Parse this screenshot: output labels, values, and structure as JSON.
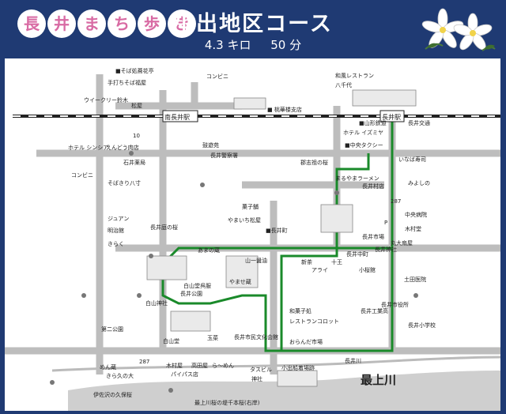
{
  "header": {
    "logo_chars": [
      "長",
      "井",
      "ま",
      "ち",
      "歩",
      "き"
    ],
    "title": "小出地区コース",
    "distance": "4.3 キロ",
    "duration": "50 分"
  },
  "map": {
    "river_name": "最上川",
    "labels": [
      {
        "id": "sobanoya",
        "text": "■そば処蕎花亭"
      },
      {
        "id": "temoto",
        "text": "手打ちそば福屋"
      },
      {
        "id": "uikuri",
        "text": "ウイークリー鈴木"
      },
      {
        "id": "matsuya",
        "text": "松屋"
      },
      {
        "id": "minaminagai",
        "text": "南長井駅"
      },
      {
        "id": "convenience1",
        "text": "コンビニ"
      },
      {
        "id": "touhou",
        "text": "■ 桃華楼支店"
      },
      {
        "id": "wafu",
        "text": "和風レストラン"
      },
      {
        "id": "hachihei",
        "text": "八千代"
      },
      {
        "id": "nagaieki",
        "text": "長井駅"
      },
      {
        "id": "yamagata",
        "text": "■山形鉄道"
      },
      {
        "id": "hotel_izumi",
        "text": "ホテル イズミヤ"
      },
      {
        "id": "chuo_taxi",
        "text": "■中央タクシー"
      },
      {
        "id": "nagaikotsu",
        "text": "長井交通"
      },
      {
        "id": "inaba",
        "text": "いなば寿司"
      },
      {
        "id": "hotel_shinsia",
        "text": "ホテル シンシア"
      },
      {
        "id": "endo",
        "text": "えんどう肉店"
      },
      {
        "id": "route10",
        "text": "10"
      },
      {
        "id": "ishinishi",
        "text": "石井薬局"
      },
      {
        "id": "sobaya",
        "text": "そばきり八寸"
      },
      {
        "id": "convenience2",
        "text": "コンビニ"
      },
      {
        "id": "nagai_hospital",
        "text": "長井警察署"
      },
      {
        "id": "tsuzumi",
        "text": "鼓遊苑"
      },
      {
        "id": "gunshiroma",
        "text": "郡志祖の桜"
      },
      {
        "id": "minoru",
        "text": "みよしの"
      },
      {
        "id": "tsumura",
        "text": "まるやまラーメン"
      },
      {
        "id": "nagai_yakushi",
        "text": "長井村店"
      },
      {
        "id": "route287",
        "text": "287"
      },
      {
        "id": "chuo_byoin",
        "text": "中央病院"
      },
      {
        "id": "kimurado",
        "text": "木村堂"
      },
      {
        "id": "kyoshiro",
        "text": "丸大扇屋"
      },
      {
        "id": "juaon",
        "text": "ジュアン"
      },
      {
        "id": "kanarado",
        "text": "明治館"
      },
      {
        "id": "kiraku",
        "text": "きらく"
      },
      {
        "id": "nagai_sakura",
        "text": "長井庭の桜"
      },
      {
        "id": "yamaichi",
        "text": "やまいち松屋"
      },
      {
        "id": "kanbaya",
        "text": "菓子舗"
      },
      {
        "id": "nagai_tsuji",
        "text": "■長井町"
      },
      {
        "id": "yuzawa",
        "text": "あまの蔵"
      },
      {
        "id": "yamai",
        "text": "山一醤油"
      },
      {
        "id": "yamasemi",
        "text": "やませ蔵"
      },
      {
        "id": "shinmei",
        "text": "新茶"
      },
      {
        "id": "arai",
        "text": "アライ"
      },
      {
        "id": "mizu",
        "text": "十王"
      },
      {
        "id": "dobashi",
        "text": "土田医院"
      },
      {
        "id": "nakamachi",
        "text": "長井中町"
      },
      {
        "id": "ichiba",
        "text": "長井市場"
      },
      {
        "id": "koten",
        "text": "小桜館"
      },
      {
        "id": "nagai_h",
        "text": "長井市役所"
      },
      {
        "id": "nagai_elem",
        "text": "長井小学校"
      },
      {
        "id": "kuroshi",
        "text": "白山神社"
      },
      {
        "id": "nagai_koen",
        "text": "長井公園"
      },
      {
        "id": "hakusan",
        "text": "白山堂呉服"
      },
      {
        "id": "nagai_shimin",
        "text": "長井市民文化会館"
      },
      {
        "id": "pa",
        "text": "P"
      },
      {
        "id": "kochishin",
        "text": "和菓子処"
      },
      {
        "id": "restaurant",
        "text": "レストランコロット"
      },
      {
        "id": "okami",
        "text": "おらんだ市場"
      },
      {
        "id": "shiro_kobayashi",
        "text": "白山堂"
      },
      {
        "id": "tsuji",
        "text": "玉菜"
      },
      {
        "id": "minanamimura",
        "text": "第二公園"
      },
      {
        "id": "men",
        "text": "めん蔵"
      },
      {
        "id": "kijiya",
        "text": "木村屋"
      },
      {
        "id": "takaraya",
        "text": "高田屋"
      },
      {
        "id": "raumen",
        "text": "ら〜めん"
      },
      {
        "id": "yupasu",
        "text": "パイパス店"
      },
      {
        "id": "taxi2",
        "text": "タスビル"
      },
      {
        "id": "koidefunaba",
        "text": "小出船着場跡"
      },
      {
        "id": "route287b",
        "text": "287"
      },
      {
        "id": "kazemachi",
        "text": "きら久の大"
      },
      {
        "id": "ibasa",
        "text": "伊佐沢の久保桜"
      },
      {
        "id": "nagaikawa",
        "text": "長井川"
      },
      {
        "id": "saishigawa",
        "text": "最上川桜の堤千本桜(右岸)"
      },
      {
        "id": "nagai_jinja",
        "text": "長井神社"
      },
      {
        "id": "nagai_hokai",
        "text": "長井工業高"
      },
      {
        "id": "jinja",
        "text": "神社"
      }
    ]
  }
}
